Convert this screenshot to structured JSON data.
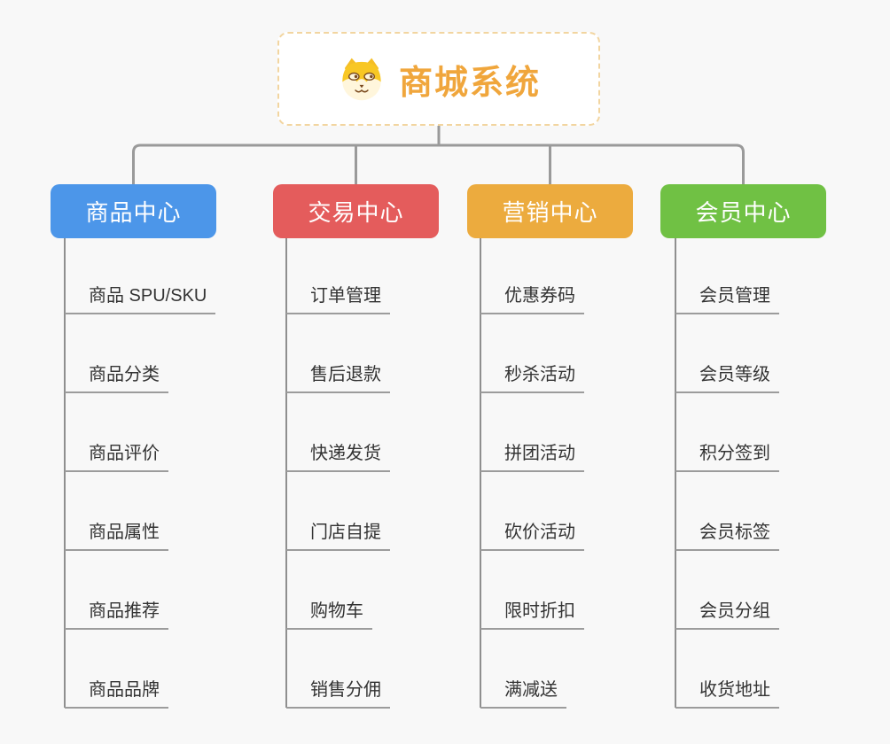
{
  "root": {
    "title": "商城系统",
    "icon": "dog-face-icon"
  },
  "branches": [
    {
      "label": "商品中心",
      "color": "#4C96E9",
      "items": [
        "商品 SPU/SKU",
        "商品分类",
        "商品评价",
        "商品属性",
        "商品推荐",
        "商品品牌"
      ]
    },
    {
      "label": "交易中心",
      "color": "#E45C5C",
      "items": [
        "订单管理",
        "售后退款",
        "快递发货",
        "门店自提",
        "购物车",
        "销售分佣"
      ]
    },
    {
      "label": "营销中心",
      "color": "#ECAB3E",
      "items": [
        "优惠券码",
        "秒杀活动",
        "拼团活动",
        "砍价活动",
        "限时折扣",
        "满减送"
      ]
    },
    {
      "label": "会员中心",
      "color": "#70C144",
      "items": [
        "会员管理",
        "会员等级",
        "积分签到",
        "会员标签",
        "会员分组",
        "收货地址"
      ]
    }
  ],
  "colors": {
    "root_title": "#F0A63C",
    "root_border": "#F2D5A0",
    "connector": "#9A9A9A",
    "item_text": "#333333",
    "background": "#F8F8F8"
  }
}
